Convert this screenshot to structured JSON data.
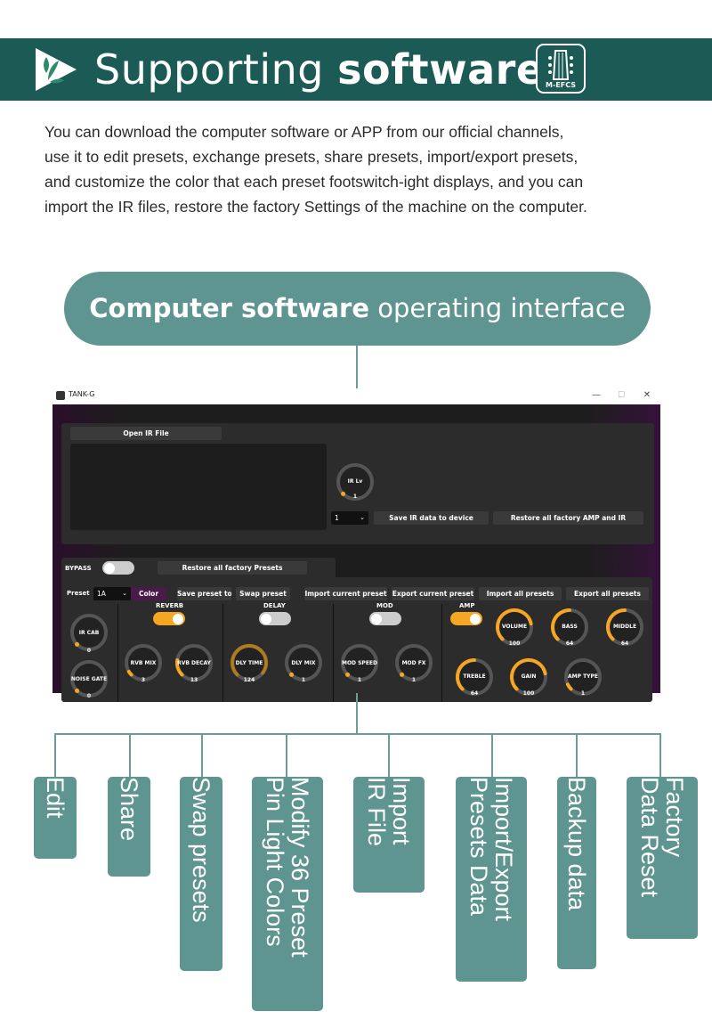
{
  "header": {
    "title_light": "Supporting ",
    "title_bold": "software",
    "badge_text": "M-EFCS",
    "logo_icon": "play-triangle-leaf-icon",
    "badge_icon": "guitar-headstock-icon"
  },
  "intro": {
    "lines": [
      "You can download the computer software or APP from our official channels,",
      "use it to edit presets, exchange presets, share presets, import/export presets,",
      "and customize the color that each preset footswitch-ight displays, and you can",
      "import the IR files, restore the factory Settings of the machine on the computer."
    ]
  },
  "pill": {
    "bold": "Computer software",
    "light": " operating interface"
  },
  "app": {
    "title": "TANK-G",
    "controls": {
      "minimize": "—",
      "maximize": "☐",
      "close": "✕"
    },
    "ir": {
      "open_button": "Open IR File",
      "knob_label": "IR Lv",
      "knob_value": "1",
      "slot_value": "1",
      "save_button": "Save IR data to device",
      "restore_button": "Restore all factory AMP and IR"
    },
    "bypass_label": "BYPASS",
    "restore_presets_button": "Restore all factory Presets",
    "preset_label": "Preset",
    "preset_value": "1A",
    "color_button": "Color",
    "save_preset_button": "Save preset to",
    "swap_preset_button": "Swap preset",
    "import_current_button": "Import current preset",
    "export_current_button": "Export current preset",
    "import_all_button": "Import all presets",
    "export_all_button": "Export all presets",
    "sections": {
      "reverb": "REVERB",
      "delay": "DELAY",
      "mod": "MOD",
      "amp": "AMP"
    },
    "knobs": {
      "ir_cab": {
        "label": "IR CAB",
        "value": "0",
        "level": 0
      },
      "noise_gate": {
        "label": "NOISE GATE",
        "value": "0",
        "level": 0
      },
      "rvb_mix": {
        "label": "RVB MIX",
        "value": "3",
        "level": 0.05
      },
      "rvb_decay": {
        "label": "RVB DECAY",
        "value": "13",
        "level": 0.2
      },
      "dly_time": {
        "label": "DLY TIME",
        "value": "124",
        "level": 0.97
      },
      "dly_mix": {
        "label": "DLY MIX",
        "value": "1",
        "level": 0
      },
      "mod_speed": {
        "label": "MOD SPEED",
        "value": "1",
        "level": 0
      },
      "mod_fx": {
        "label": "MOD FX",
        "value": "1",
        "level": 0
      },
      "volume": {
        "label": "VOLUME",
        "value": "100",
        "level": 0.79
      },
      "bass": {
        "label": "BASS",
        "value": "64",
        "level": 0.5
      },
      "middle": {
        "label": "MIDDLE",
        "value": "64",
        "level": 0.5
      },
      "treble": {
        "label": "TREBLE",
        "value": "64",
        "level": 0.5
      },
      "gain": {
        "label": "GAIN",
        "value": "100",
        "level": 0.79
      },
      "amp_type": {
        "label": "AMP TYPE",
        "value": "1",
        "level": 0.07
      }
    }
  },
  "features": [
    {
      "lines": [
        "Edit"
      ]
    },
    {
      "lines": [
        "Share"
      ]
    },
    {
      "lines": [
        "Swap presets"
      ]
    },
    {
      "lines": [
        "Modify 36 Preset",
        "Pin Light Colors"
      ]
    },
    {
      "lines": [
        "Import",
        "IR File"
      ]
    },
    {
      "lines": [
        "Import/Export",
        "Presets Data"
      ]
    },
    {
      "lines": [
        "Backup data"
      ]
    },
    {
      "lines": [
        "Factory",
        "Data Reset"
      ]
    }
  ],
  "colors": {
    "banner": "#1c5a55",
    "pill": "#5e9590",
    "accent_orange": "#f5a623",
    "delay_gold": "#b07a1e",
    "color_button": "#4a1a4a"
  }
}
